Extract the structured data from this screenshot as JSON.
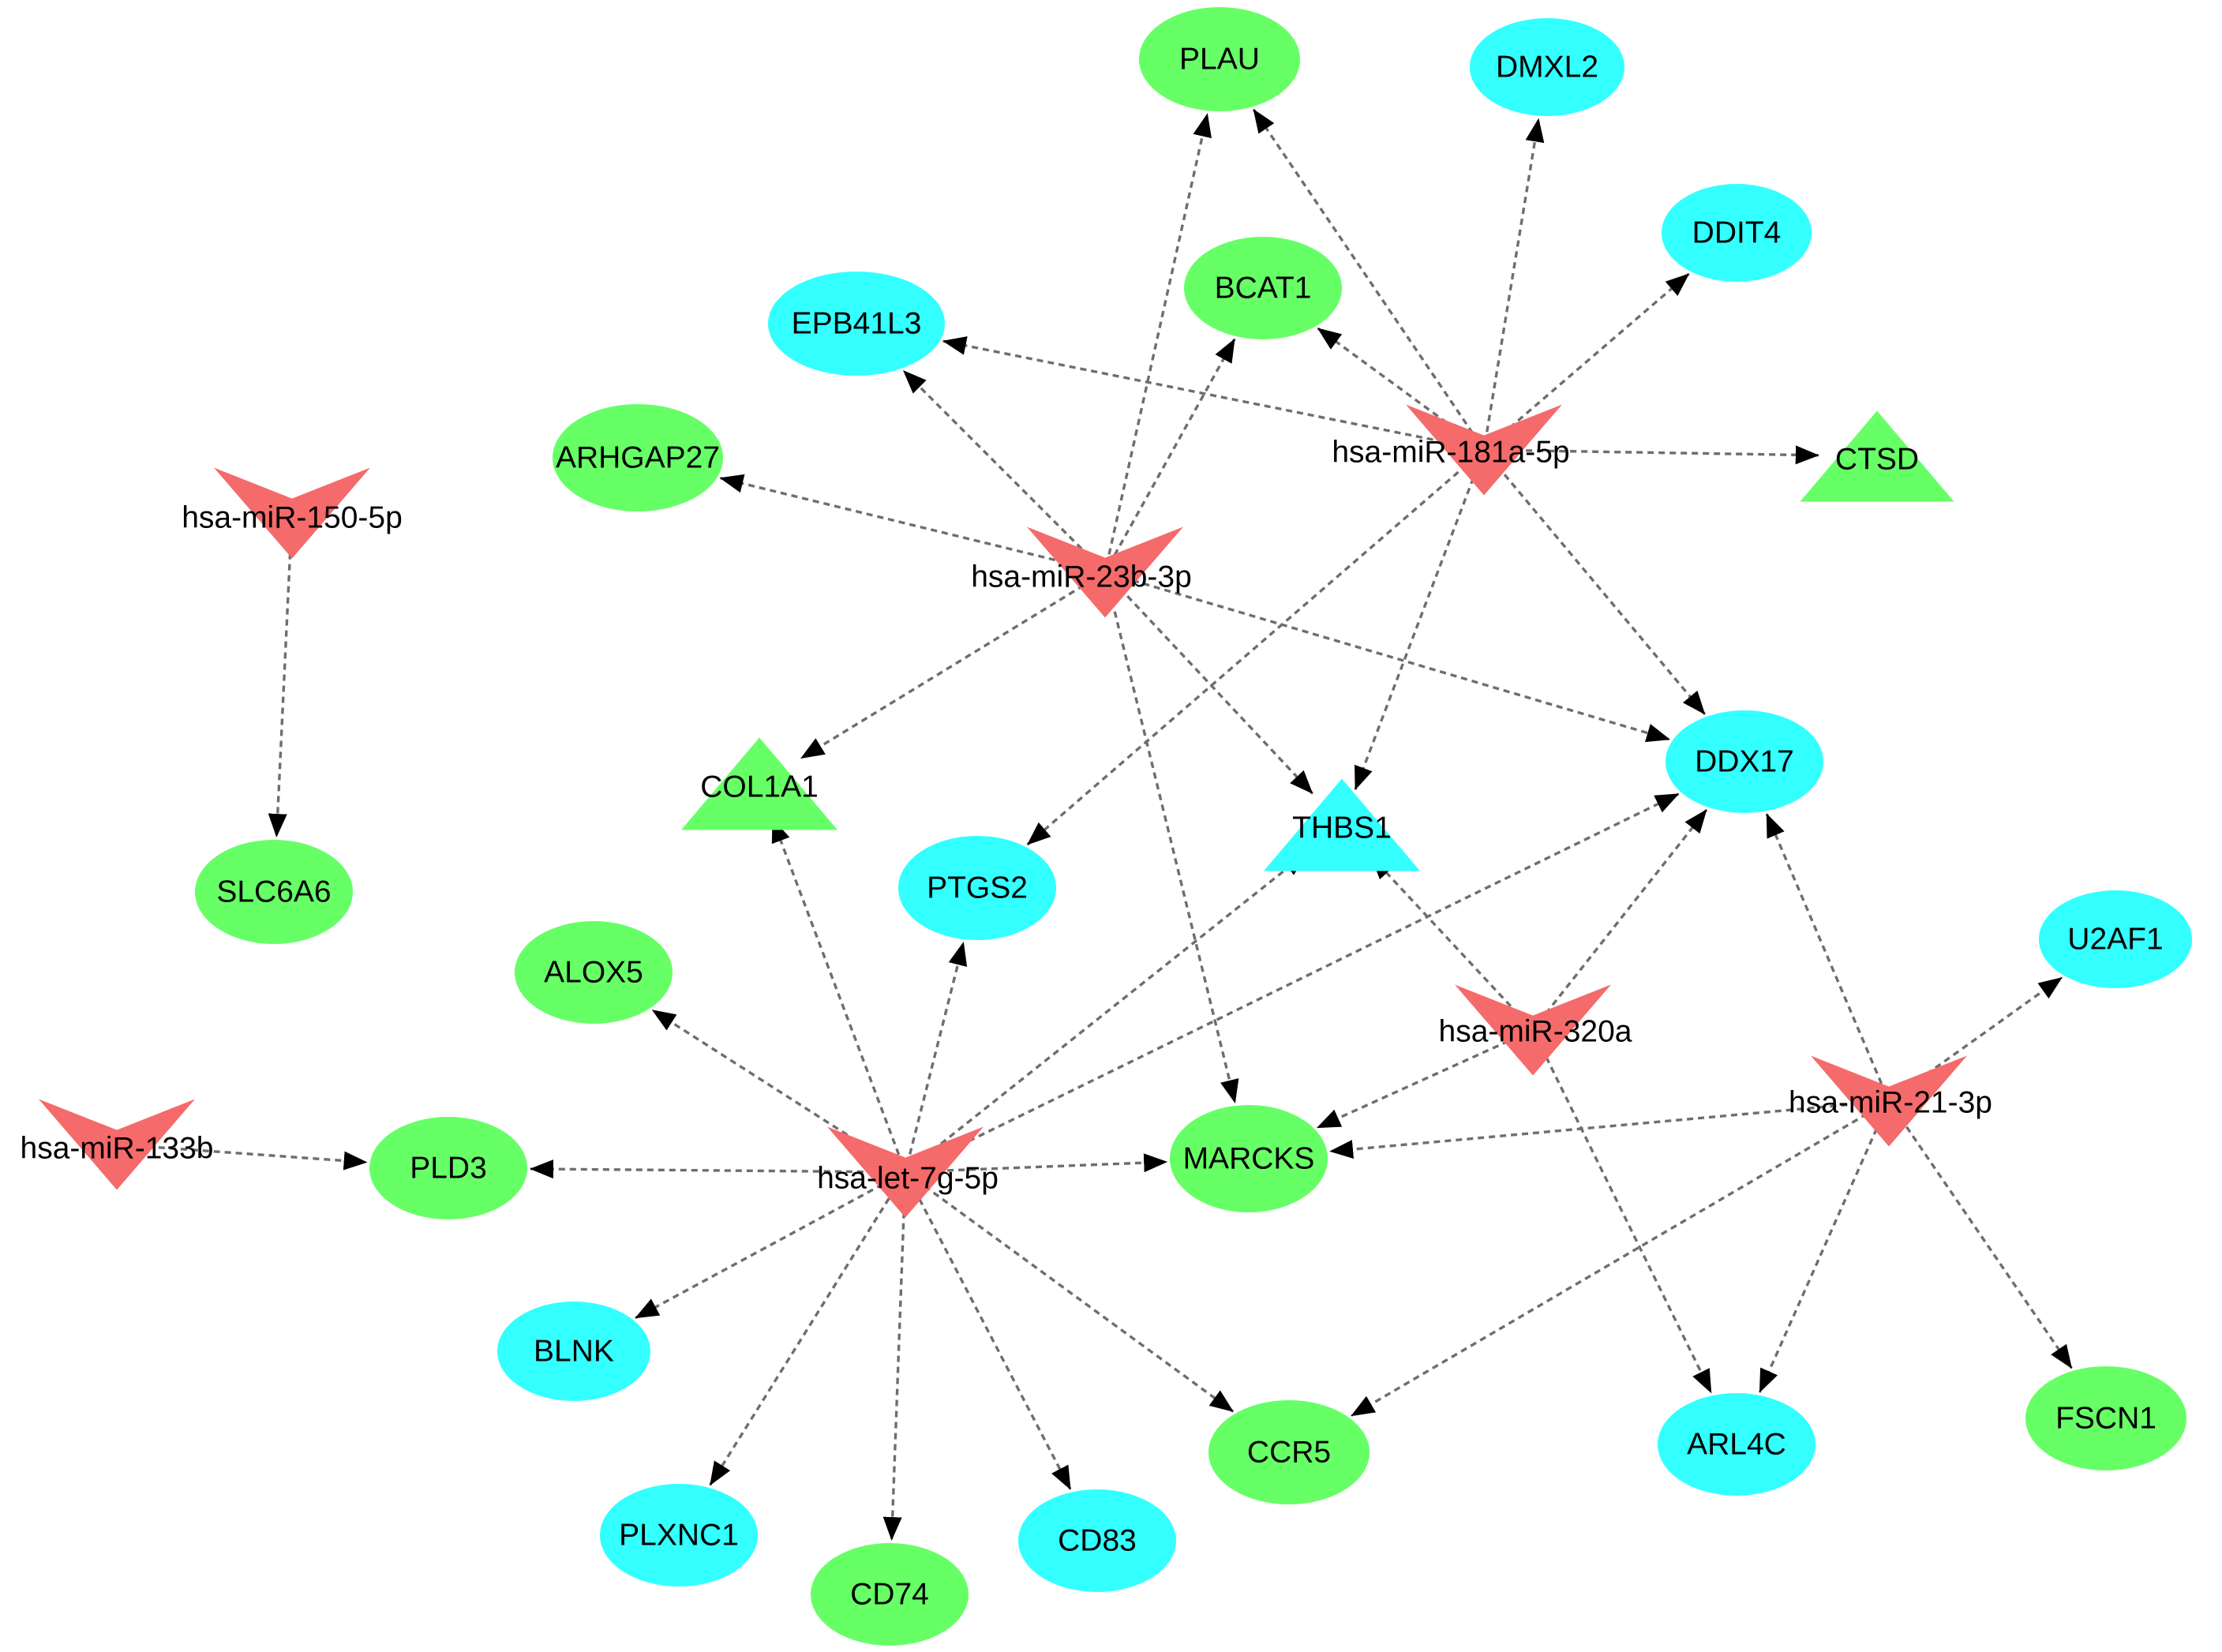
{
  "colors": {
    "mirna": "#F56A6A",
    "green": "#66FF66",
    "cyan": "#33FFFF",
    "edge": "#6E6E6E",
    "arrow": "#000000"
  },
  "nodes": [
    {
      "id": "PLAU",
      "label": "PLAU",
      "shape": "ellipse",
      "color": "green"
    },
    {
      "id": "DMXL2",
      "label": "DMXL2",
      "shape": "ellipse",
      "color": "cyan"
    },
    {
      "id": "DDIT4",
      "label": "DDIT4",
      "shape": "ellipse",
      "color": "cyan"
    },
    {
      "id": "BCAT1",
      "label": "BCAT1",
      "shape": "ellipse",
      "color": "green"
    },
    {
      "id": "EPB41L3",
      "label": "EPB41L3",
      "shape": "ellipse",
      "color": "cyan"
    },
    {
      "id": "ARHGAP27",
      "label": "ARHGAP27",
      "shape": "ellipse",
      "color": "green"
    },
    {
      "id": "CTSD",
      "label": "CTSD",
      "shape": "triangle",
      "color": "green"
    },
    {
      "id": "hsa-miR-181a-5p",
      "label": "hsa-miR-181a-5p",
      "shape": "vee",
      "color": "mirna"
    },
    {
      "id": "hsa-miR-150-5p",
      "label": "hsa-miR-150-5p",
      "shape": "vee",
      "color": "mirna"
    },
    {
      "id": "hsa-miR-23b-3p",
      "label": "hsa-miR-23b-3p",
      "shape": "vee",
      "color": "mirna"
    },
    {
      "id": "COL1A1",
      "label": "COL1A1",
      "shape": "triangle",
      "color": "green"
    },
    {
      "id": "THBS1",
      "label": "THBS1",
      "shape": "triangle",
      "color": "cyan"
    },
    {
      "id": "DDX17",
      "label": "DDX17",
      "shape": "ellipse",
      "color": "cyan"
    },
    {
      "id": "SLC6A6",
      "label": "SLC6A6",
      "shape": "ellipse",
      "color": "green"
    },
    {
      "id": "PTGS2",
      "label": "PTGS2",
      "shape": "ellipse",
      "color": "cyan"
    },
    {
      "id": "ALOX5",
      "label": "ALOX5",
      "shape": "ellipse",
      "color": "green"
    },
    {
      "id": "U2AF1",
      "label": "U2AF1",
      "shape": "ellipse",
      "color": "cyan"
    },
    {
      "id": "hsa-miR-320a",
      "label": "hsa-miR-320a",
      "shape": "vee",
      "color": "mirna"
    },
    {
      "id": "hsa-miR-21-3p",
      "label": "hsa-miR-21-3p",
      "shape": "vee",
      "color": "mirna"
    },
    {
      "id": "hsa-miR-133b",
      "label": "hsa-miR-133b",
      "shape": "vee",
      "color": "mirna"
    },
    {
      "id": "PLD3",
      "label": "PLD3",
      "shape": "ellipse",
      "color": "green"
    },
    {
      "id": "hsa-let-7g-5p",
      "label": "hsa-let-7g-5p",
      "shape": "vee",
      "color": "mirna"
    },
    {
      "id": "MARCKS",
      "label": "MARCKS",
      "shape": "ellipse",
      "color": "green"
    },
    {
      "id": "BLNK",
      "label": "BLNK",
      "shape": "ellipse",
      "color": "cyan"
    },
    {
      "id": "ARL4C",
      "label": "ARL4C",
      "shape": "ellipse",
      "color": "cyan"
    },
    {
      "id": "FSCN1",
      "label": "FSCN1",
      "shape": "ellipse",
      "color": "green"
    },
    {
      "id": "PLXNC1",
      "label": "PLXNC1",
      "shape": "ellipse",
      "color": "cyan"
    },
    {
      "id": "CD83",
      "label": "CD83",
      "shape": "ellipse",
      "color": "cyan"
    },
    {
      "id": "CCR5",
      "label": "CCR5",
      "shape": "ellipse",
      "color": "green"
    },
    {
      "id": "CD74",
      "label": "CD74",
      "shape": "ellipse",
      "color": "green"
    }
  ],
  "edges": [
    {
      "from": "hsa-miR-181a-5p",
      "to": "PLAU"
    },
    {
      "from": "hsa-miR-181a-5p",
      "to": "DMXL2"
    },
    {
      "from": "hsa-miR-181a-5p",
      "to": "DDIT4"
    },
    {
      "from": "hsa-miR-181a-5p",
      "to": "BCAT1"
    },
    {
      "from": "hsa-miR-181a-5p",
      "to": "EPB41L3"
    },
    {
      "from": "hsa-miR-181a-5p",
      "to": "CTSD"
    },
    {
      "from": "hsa-miR-181a-5p",
      "to": "DDX17"
    },
    {
      "from": "hsa-miR-181a-5p",
      "to": "THBS1"
    },
    {
      "from": "hsa-miR-181a-5p",
      "to": "PTGS2"
    },
    {
      "from": "hsa-miR-23b-3p",
      "to": "PLAU"
    },
    {
      "from": "hsa-miR-23b-3p",
      "to": "BCAT1"
    },
    {
      "from": "hsa-miR-23b-3p",
      "to": "EPB41L3"
    },
    {
      "from": "hsa-miR-23b-3p",
      "to": "ARHGAP27"
    },
    {
      "from": "hsa-miR-23b-3p",
      "to": "COL1A1"
    },
    {
      "from": "hsa-miR-23b-3p",
      "to": "THBS1"
    },
    {
      "from": "hsa-miR-23b-3p",
      "to": "DDX17"
    },
    {
      "from": "hsa-miR-23b-3p",
      "to": "MARCKS"
    },
    {
      "from": "hsa-miR-150-5p",
      "to": "SLC6A6"
    },
    {
      "from": "hsa-miR-133b",
      "to": "PLD3"
    },
    {
      "from": "hsa-let-7g-5p",
      "to": "PLD3"
    },
    {
      "from": "hsa-let-7g-5p",
      "to": "MARCKS"
    },
    {
      "from": "hsa-let-7g-5p",
      "to": "ALOX5"
    },
    {
      "from": "hsa-let-7g-5p",
      "to": "COL1A1"
    },
    {
      "from": "hsa-let-7g-5p",
      "to": "PTGS2"
    },
    {
      "from": "hsa-let-7g-5p",
      "to": "THBS1"
    },
    {
      "from": "hsa-let-7g-5p",
      "to": "DDX17"
    },
    {
      "from": "hsa-let-7g-5p",
      "to": "BLNK"
    },
    {
      "from": "hsa-let-7g-5p",
      "to": "PLXNC1"
    },
    {
      "from": "hsa-let-7g-5p",
      "to": "CD74"
    },
    {
      "from": "hsa-let-7g-5p",
      "to": "CD83"
    },
    {
      "from": "hsa-let-7g-5p",
      "to": "CCR5"
    },
    {
      "from": "hsa-miR-320a",
      "to": "THBS1"
    },
    {
      "from": "hsa-miR-320a",
      "to": "DDX17"
    },
    {
      "from": "hsa-miR-320a",
      "to": "MARCKS"
    },
    {
      "from": "hsa-miR-320a",
      "to": "ARL4C"
    },
    {
      "from": "hsa-miR-21-3p",
      "to": "DDX17"
    },
    {
      "from": "hsa-miR-21-3p",
      "to": "U2AF1"
    },
    {
      "from": "hsa-miR-21-3p",
      "to": "MARCKS"
    },
    {
      "from": "hsa-miR-21-3p",
      "to": "ARL4C"
    },
    {
      "from": "hsa-miR-21-3p",
      "to": "CCR5"
    },
    {
      "from": "hsa-miR-21-3p",
      "to": "FSCN1"
    }
  ]
}
